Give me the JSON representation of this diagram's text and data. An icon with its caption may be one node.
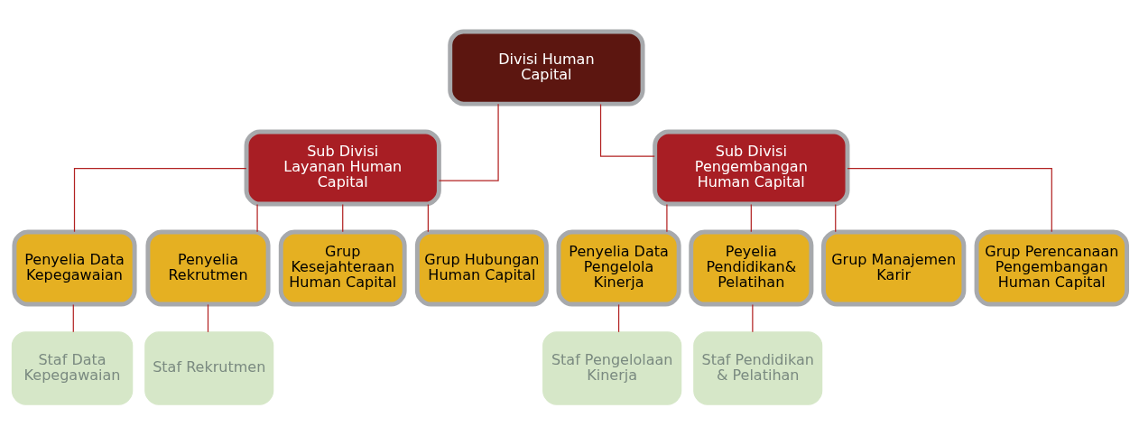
{
  "diagram": {
    "nodes": [
      {
        "text": [
          "Divisi Human Capital"
        ]
      },
      {
        "text": [
          "Sub Divisi Layanan Human Capital"
        ]
      },
      {
        "text": [
          "Sub Divisi Pengembangan Human Capital"
        ]
      },
      {
        "text": [
          "Penyelia Data Kepegawaian"
        ]
      },
      {
        "text": [
          "Penyelia Rekrutmen"
        ]
      },
      {
        "text": [
          "Grup Kesejahteraan Human Capital"
        ]
      },
      {
        "text": [
          "Grup Hubungan Human Capital"
        ]
      },
      {
        "text": [
          "Penyelia Data Pengelola Kinerja"
        ]
      },
      {
        "text": [
          "Peyelia Pendidikan& Pelatihan"
        ]
      },
      {
        "text": [
          "Grup Manajemen Karir"
        ]
      },
      {
        "text": [
          "Grup Perencanaan Pengembangan Human Capital"
        ]
      },
      {
        "text": [
          "Staf Data Kepegawaian"
        ]
      },
      {
        "text": [
          "Staf Rekrutmen"
        ]
      },
      {
        "text": [
          "Staf Pengelolaan Kinerja"
        ]
      },
      {
        "text": [
          "Staf Pendidikan & Pelatihan"
        ]
      }
    ],
    "edges": [
      {
        "from": 0,
        "to": 1,
        "arrow": "none"
      },
      {
        "from": 0,
        "to": 2,
        "arrow": "none"
      },
      {
        "from": 1,
        "to": 3,
        "arrow": "none"
      },
      {
        "from": 1,
        "to": 4,
        "arrow": "none"
      },
      {
        "from": 1,
        "to": 5,
        "arrow": "none"
      },
      {
        "from": 1,
        "to": 6,
        "arrow": "none"
      },
      {
        "from": 2,
        "to": 7,
        "arrow": "none"
      },
      {
        "from": 2,
        "to": 8,
        "arrow": "none"
      },
      {
        "from": 2,
        "to": 9,
        "arrow": "none"
      },
      {
        "from": 2,
        "to": 10,
        "arrow": "none"
      },
      {
        "from": 3,
        "to": 11,
        "arrow": "none"
      },
      {
        "from": 4,
        "to": 12,
        "arrow": "none"
      },
      {
        "from": 7,
        "to": 13,
        "arrow": "none"
      },
      {
        "from": 8,
        "to": 14,
        "arrow": "none"
      }
    ]
  }
}
